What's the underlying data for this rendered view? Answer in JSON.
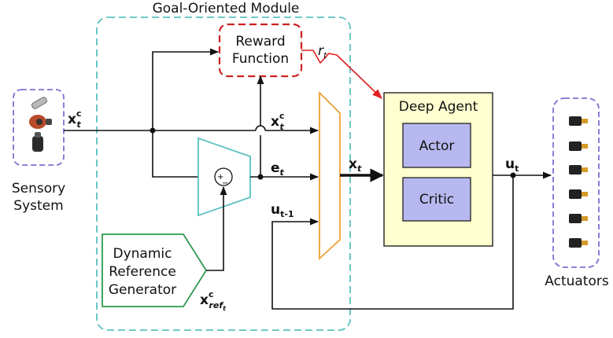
{
  "goal_module": {
    "title": "Goal-Oriented Module",
    "border_color": "#5bc0c0"
  },
  "reward": {
    "line1": "Reward",
    "line2": "Function",
    "border_color": "#cc2222",
    "signal": "r",
    "signal_sub": "t"
  },
  "sensory": {
    "label_line1": "Sensory",
    "label_line2": "System",
    "border_color": "#7a73d6"
  },
  "signals": {
    "xc_in": {
      "base": "x",
      "sup": "c",
      "sub": "t"
    },
    "xc_mux": {
      "base": "x",
      "sup": "c",
      "sub": "t"
    },
    "e": {
      "base": "e",
      "sub": "t"
    },
    "x_out": {
      "base": "x",
      "sub": "t"
    },
    "u_prev": {
      "base": "u",
      "sub": "t-1"
    },
    "u_out": {
      "base": "u",
      "sub": "t"
    },
    "xref": {
      "base": "x",
      "sup": "c",
      "sub": "ref",
      "subsub": "t"
    }
  },
  "comparator": {
    "plus": "+",
    "minus": "−",
    "color": "#5bc0c0"
  },
  "mux_color": "#f0a030",
  "generator": {
    "line1": "Dynamic",
    "line2": "Reference",
    "line3": "Generator",
    "border_color": "#2e9a4e"
  },
  "agent": {
    "title": "Deep Agent",
    "actor": "Actor",
    "critic": "Critic",
    "fill": "#ffffd0",
    "block_fill": "#b8b8f0"
  },
  "actuators": {
    "label": "Actuators",
    "border_color": "#7a73d6"
  }
}
